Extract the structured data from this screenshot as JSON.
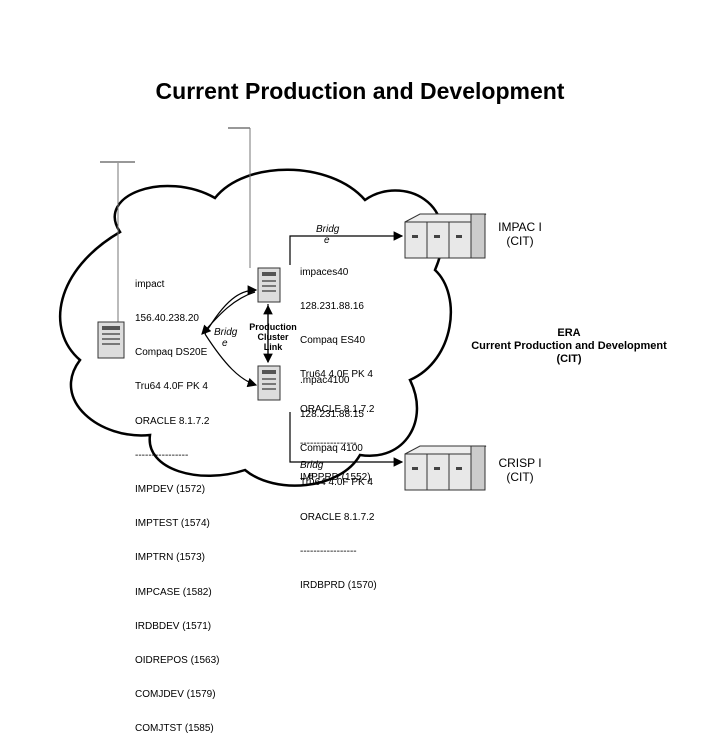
{
  "title": "Current Production and Development",
  "left_server": {
    "lines": [
      "impact",
      "156.40.238.20",
      "Compaq DS20E",
      "Tru64 4.0F PK 4",
      "ORACLE 8.1.7.2",
      "----------------",
      "IMPDEV (1572)",
      "IMPTEST (1574)",
      "IMPTRN (1573)",
      "IMPCASE (1582)",
      "IRDBDEV (1571)",
      "OIDREPOS (1563)",
      "COMJDEV (1579)",
      "COMJTST (1585)"
    ]
  },
  "top_server": {
    "lines": [
      "impaces40",
      "128.231.88.16",
      "Compaq ES40",
      "Tru64 4.0F PK 4",
      "ORACLE 8.1.7.2",
      "-----------------",
      "IMPPRD (1552)"
    ]
  },
  "bottom_server": {
    "lines": [
      ".mpac4100",
      "128.231.88.15",
      "Compaq 4100",
      "Tru64 4.0F PK 4",
      "ORACLE 8.1.7.2",
      "-----------------",
      "IRDBPRD (1570)"
    ]
  },
  "bridges": {
    "top": [
      "Bridg",
      "e"
    ],
    "middle": [
      "Bridg",
      "e"
    ],
    "bottom": [
      "Bridg",
      "e"
    ]
  },
  "cluster_link": [
    "Production",
    "Cluster",
    "Link"
  ],
  "era": [
    "ERA",
    "Current Production and Development",
    "(CIT)"
  ],
  "impac_site": [
    "IMPAC I",
    "(CIT)"
  ],
  "crisp_site": [
    "CRISP I",
    "(CIT)"
  ]
}
